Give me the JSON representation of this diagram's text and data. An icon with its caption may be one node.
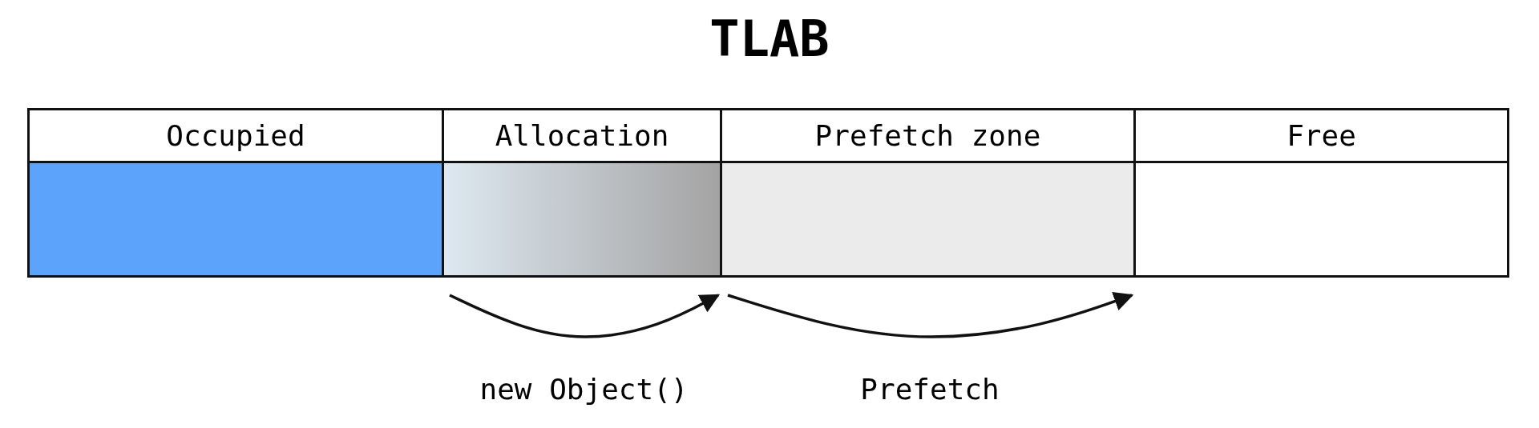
{
  "diagram": {
    "title": "TLAB",
    "nodes": [
      {
        "text": [
          "Occupied"
        ]
      },
      {
        "text": [
          "Allocation"
        ]
      },
      {
        "text": [
          "Prefetch zone"
        ]
      },
      {
        "text": [
          "Free"
        ]
      }
    ],
    "edges": [
      {
        "from": 1,
        "to": 2,
        "arrow": "to",
        "label": "new Object()"
      },
      {
        "from": 2,
        "to": 3,
        "arrow": "to",
        "label": "Prefetch"
      }
    ]
  }
}
